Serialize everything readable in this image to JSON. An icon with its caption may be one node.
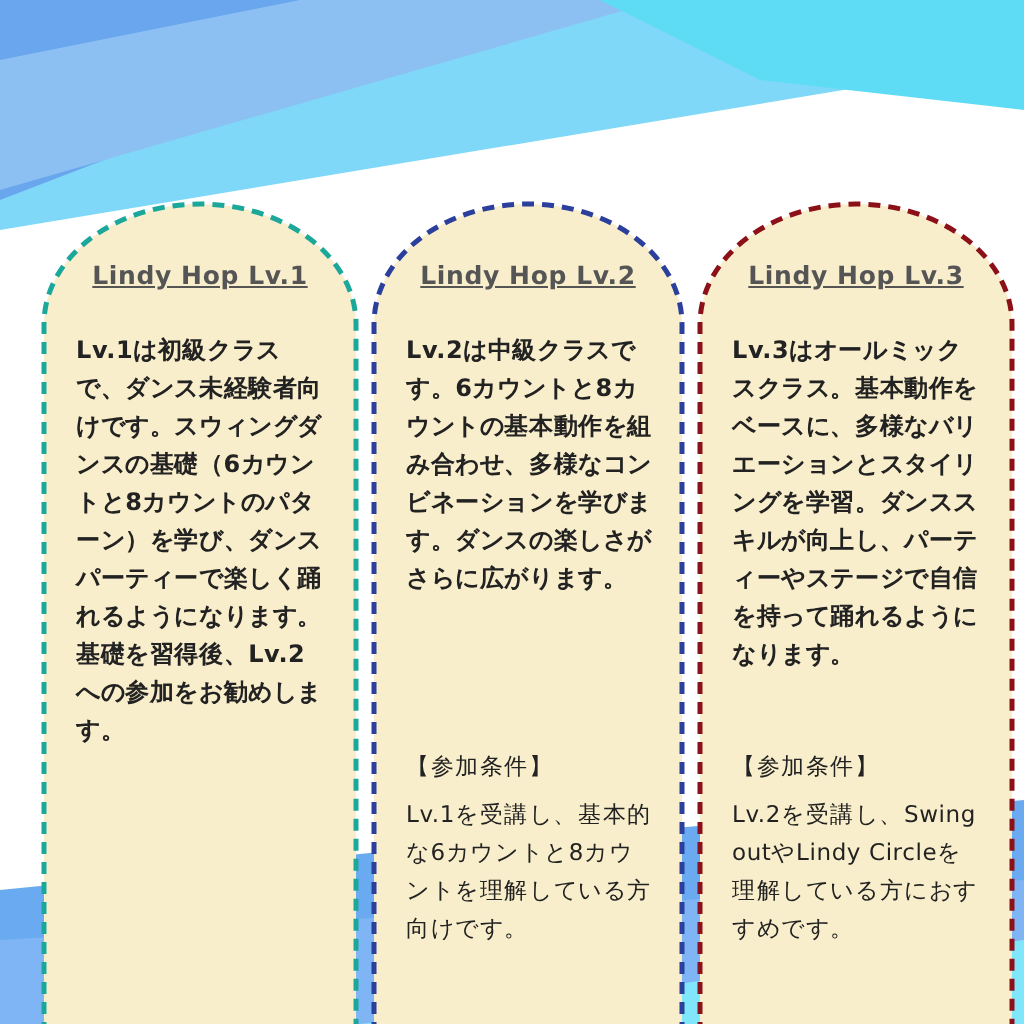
{
  "diagram": {
    "nodes": [
      {
        "text": [
          "Lindy Hop Lv.1",
          "Lv.1は初級クラスで、ダンス未経験者向けです。スウィングダンスの基礎（6カウントと8カウントのパターン）を学び、ダンスパーティーで楽しく踊れるようになります。",
          "基礎を習得後、Lv.2への参加をお勧めします。"
        ]
      },
      {
        "text": [
          "Lindy Hop Lv.2",
          "Lv.2は中級クラスです。6カウントと8カウントの基本動作を組み合わせ、多様なコンビネーションを学びます。ダンスの楽しさがさらに広がります。",
          "【参加条件】",
          "Lv.1を受講し、基本的な6カウントと8カウントを理解している方向けです。"
        ]
      },
      {
        "text": [
          "Lindy Hop Lv.3",
          "Lv.3はオールミックスクラス。基本動作をベースに、多様なバリエーションとスタイリングを学習。ダンススキルが向上し、パーティーやステージで自信を持って踊れるようになります。",
          "【参加条件】",
          "Lv.2を受講し、Swing　outやLindy Circleを理解している方におすすめです。"
        ]
      }
    ],
    "edges": []
  }
}
